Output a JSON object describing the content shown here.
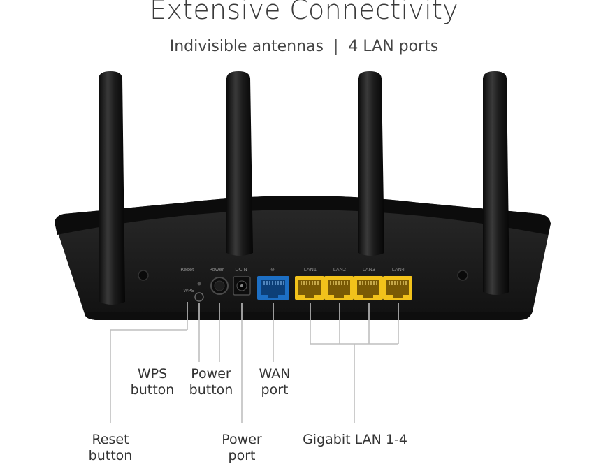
{
  "header": {
    "title": "Extensive Connectivity",
    "subtitle_left": "Indivisible antennas",
    "subtitle_sep": "|",
    "subtitle_right": "4 LAN ports"
  },
  "panel_labels": {
    "reset": "Reset",
    "wps": "WPS",
    "power": "Power",
    "dcin": "DCIN",
    "wan": "⊖",
    "lan1": "LAN1",
    "lan2": "LAN2",
    "lan3": "LAN3",
    "lan4": "LAN4"
  },
  "callouts": {
    "wps": [
      "WPS",
      "button"
    ],
    "power_button": [
      "Power",
      "button"
    ],
    "wan": [
      "WAN",
      "port"
    ],
    "reset": [
      "Reset",
      "button"
    ],
    "power_port": [
      "Power",
      "port"
    ],
    "lan": "Gigabit LAN 1-4"
  },
  "colors": {
    "router_body": "#1b1b1b",
    "wan_port": "#1d6fc4",
    "lan_port": "#f2c21b",
    "leader_line": "#bfbfbf"
  }
}
